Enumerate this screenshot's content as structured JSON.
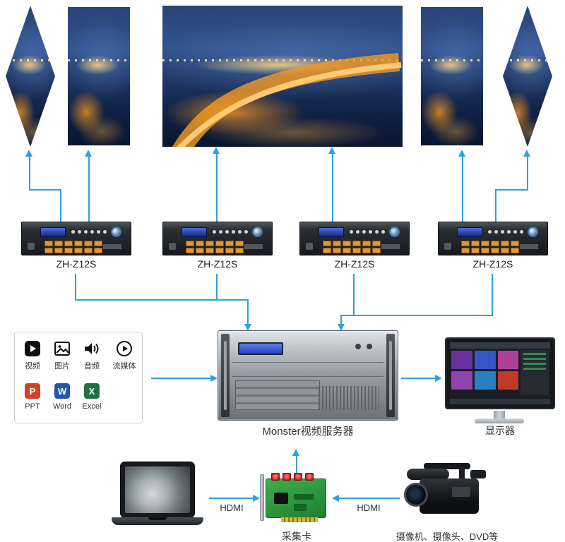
{
  "processors": [
    {
      "label": "ZH-Z12S"
    },
    {
      "label": "ZH-Z12S"
    },
    {
      "label": "ZH-Z12S"
    },
    {
      "label": "ZH-Z12S"
    }
  ],
  "media_box": {
    "items_row1": [
      {
        "label": "视频",
        "icon": "video-icon"
      },
      {
        "label": "图片",
        "icon": "image-icon"
      },
      {
        "label": "音频",
        "icon": "audio-icon"
      },
      {
        "label": "流媒体",
        "icon": "stream-icon"
      }
    ],
    "items_row2": [
      {
        "label": "PPT",
        "letter": "P",
        "icon": "ppt-icon",
        "color": "#D04423"
      },
      {
        "label": "Word",
        "letter": "W",
        "icon": "word-icon",
        "color": "#2159A8"
      },
      {
        "label": "Excel",
        "letter": "X",
        "icon": "excel-icon",
        "color": "#1F7145"
      }
    ]
  },
  "server": {
    "label": "Monster视频服务器"
  },
  "monitor": {
    "label": "显示器"
  },
  "bottom": {
    "hdmi_left": "HDMI",
    "hdmi_right": "HDMI",
    "capture_card_label": "采集卡",
    "camera_label": "摄像机、摄像头、DVD等"
  },
  "colors": {
    "arrow": "#2BA2DC"
  }
}
